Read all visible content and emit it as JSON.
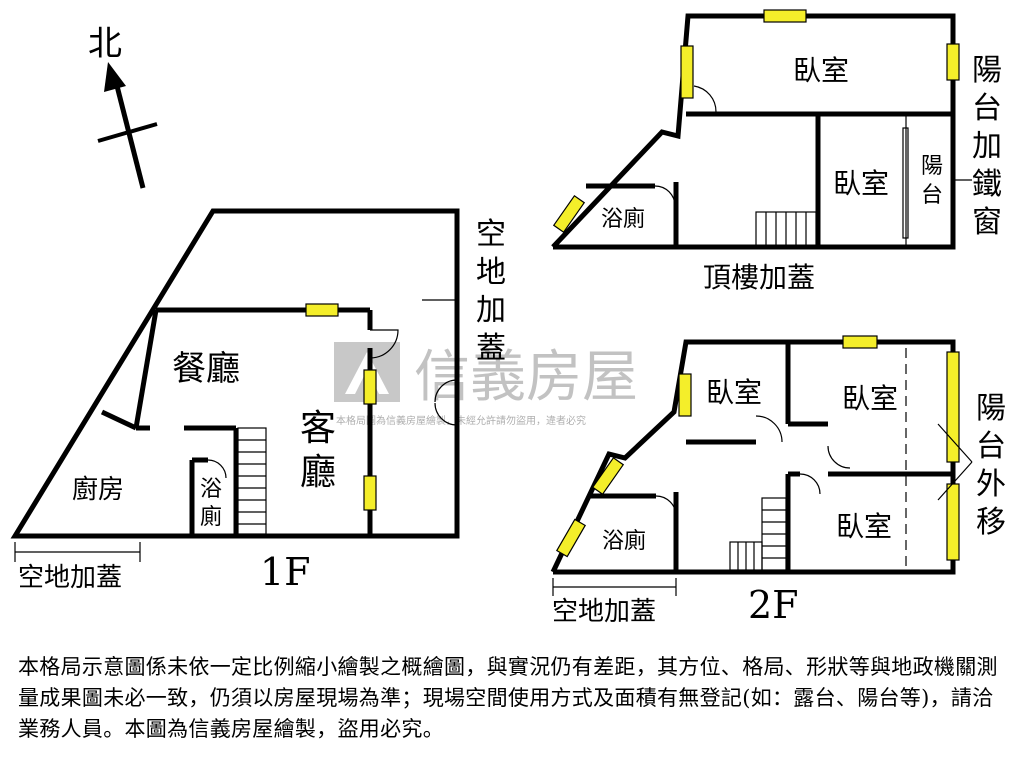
{
  "compass": {
    "north_label": "北"
  },
  "floor1": {
    "floor_label": "1F",
    "rooms": {
      "dining": "餐廳",
      "living_top": "客",
      "living_bottom": "廳",
      "kitchen": "廚房",
      "bath_top": "浴",
      "bath_bottom": "廁"
    },
    "annex_bottom": "空地加蓋",
    "annex_right": [
      "空",
      "地",
      "加",
      "蓋"
    ]
  },
  "top_floor": {
    "floor_label": "頂樓加蓋",
    "rooms": {
      "bedroom_a": "臥室",
      "bedroom_b": "臥室",
      "bath": "浴廁",
      "balcony_top": "陽",
      "balcony_bottom": "台"
    },
    "note": [
      "陽",
      "台",
      "加",
      "鐵",
      "窗"
    ]
  },
  "floor2": {
    "floor_label": "2F",
    "rooms": {
      "bedroom_a": "臥室",
      "bedroom_b": "臥室",
      "bedroom_c": "臥室",
      "bath": "浴廁"
    },
    "annex_bottom": "空地加蓋",
    "note": [
      "陽",
      "台",
      "外",
      "移"
    ]
  },
  "watermark": {
    "brand": "信義房屋",
    "subtext": "本格局圖為信義房屋繪製，未經允許請勿盜用，違者必究"
  },
  "disclaimer": "本格局示意圖係未依一定比例縮小繪製之概繪圖，與實況仍有差距，其方位、格局、形狀等與地政機關測量成果圖未必一致，仍須以房屋現場為準；現場空間使用方式及面積有無登記(如：露台、陽台等)，請洽業務人員。本圖為信義房屋繪製，盜用必究。",
  "colors": {
    "window": "#f4ee2a",
    "wall": "#000000",
    "watermark": "#9a9a9a"
  }
}
